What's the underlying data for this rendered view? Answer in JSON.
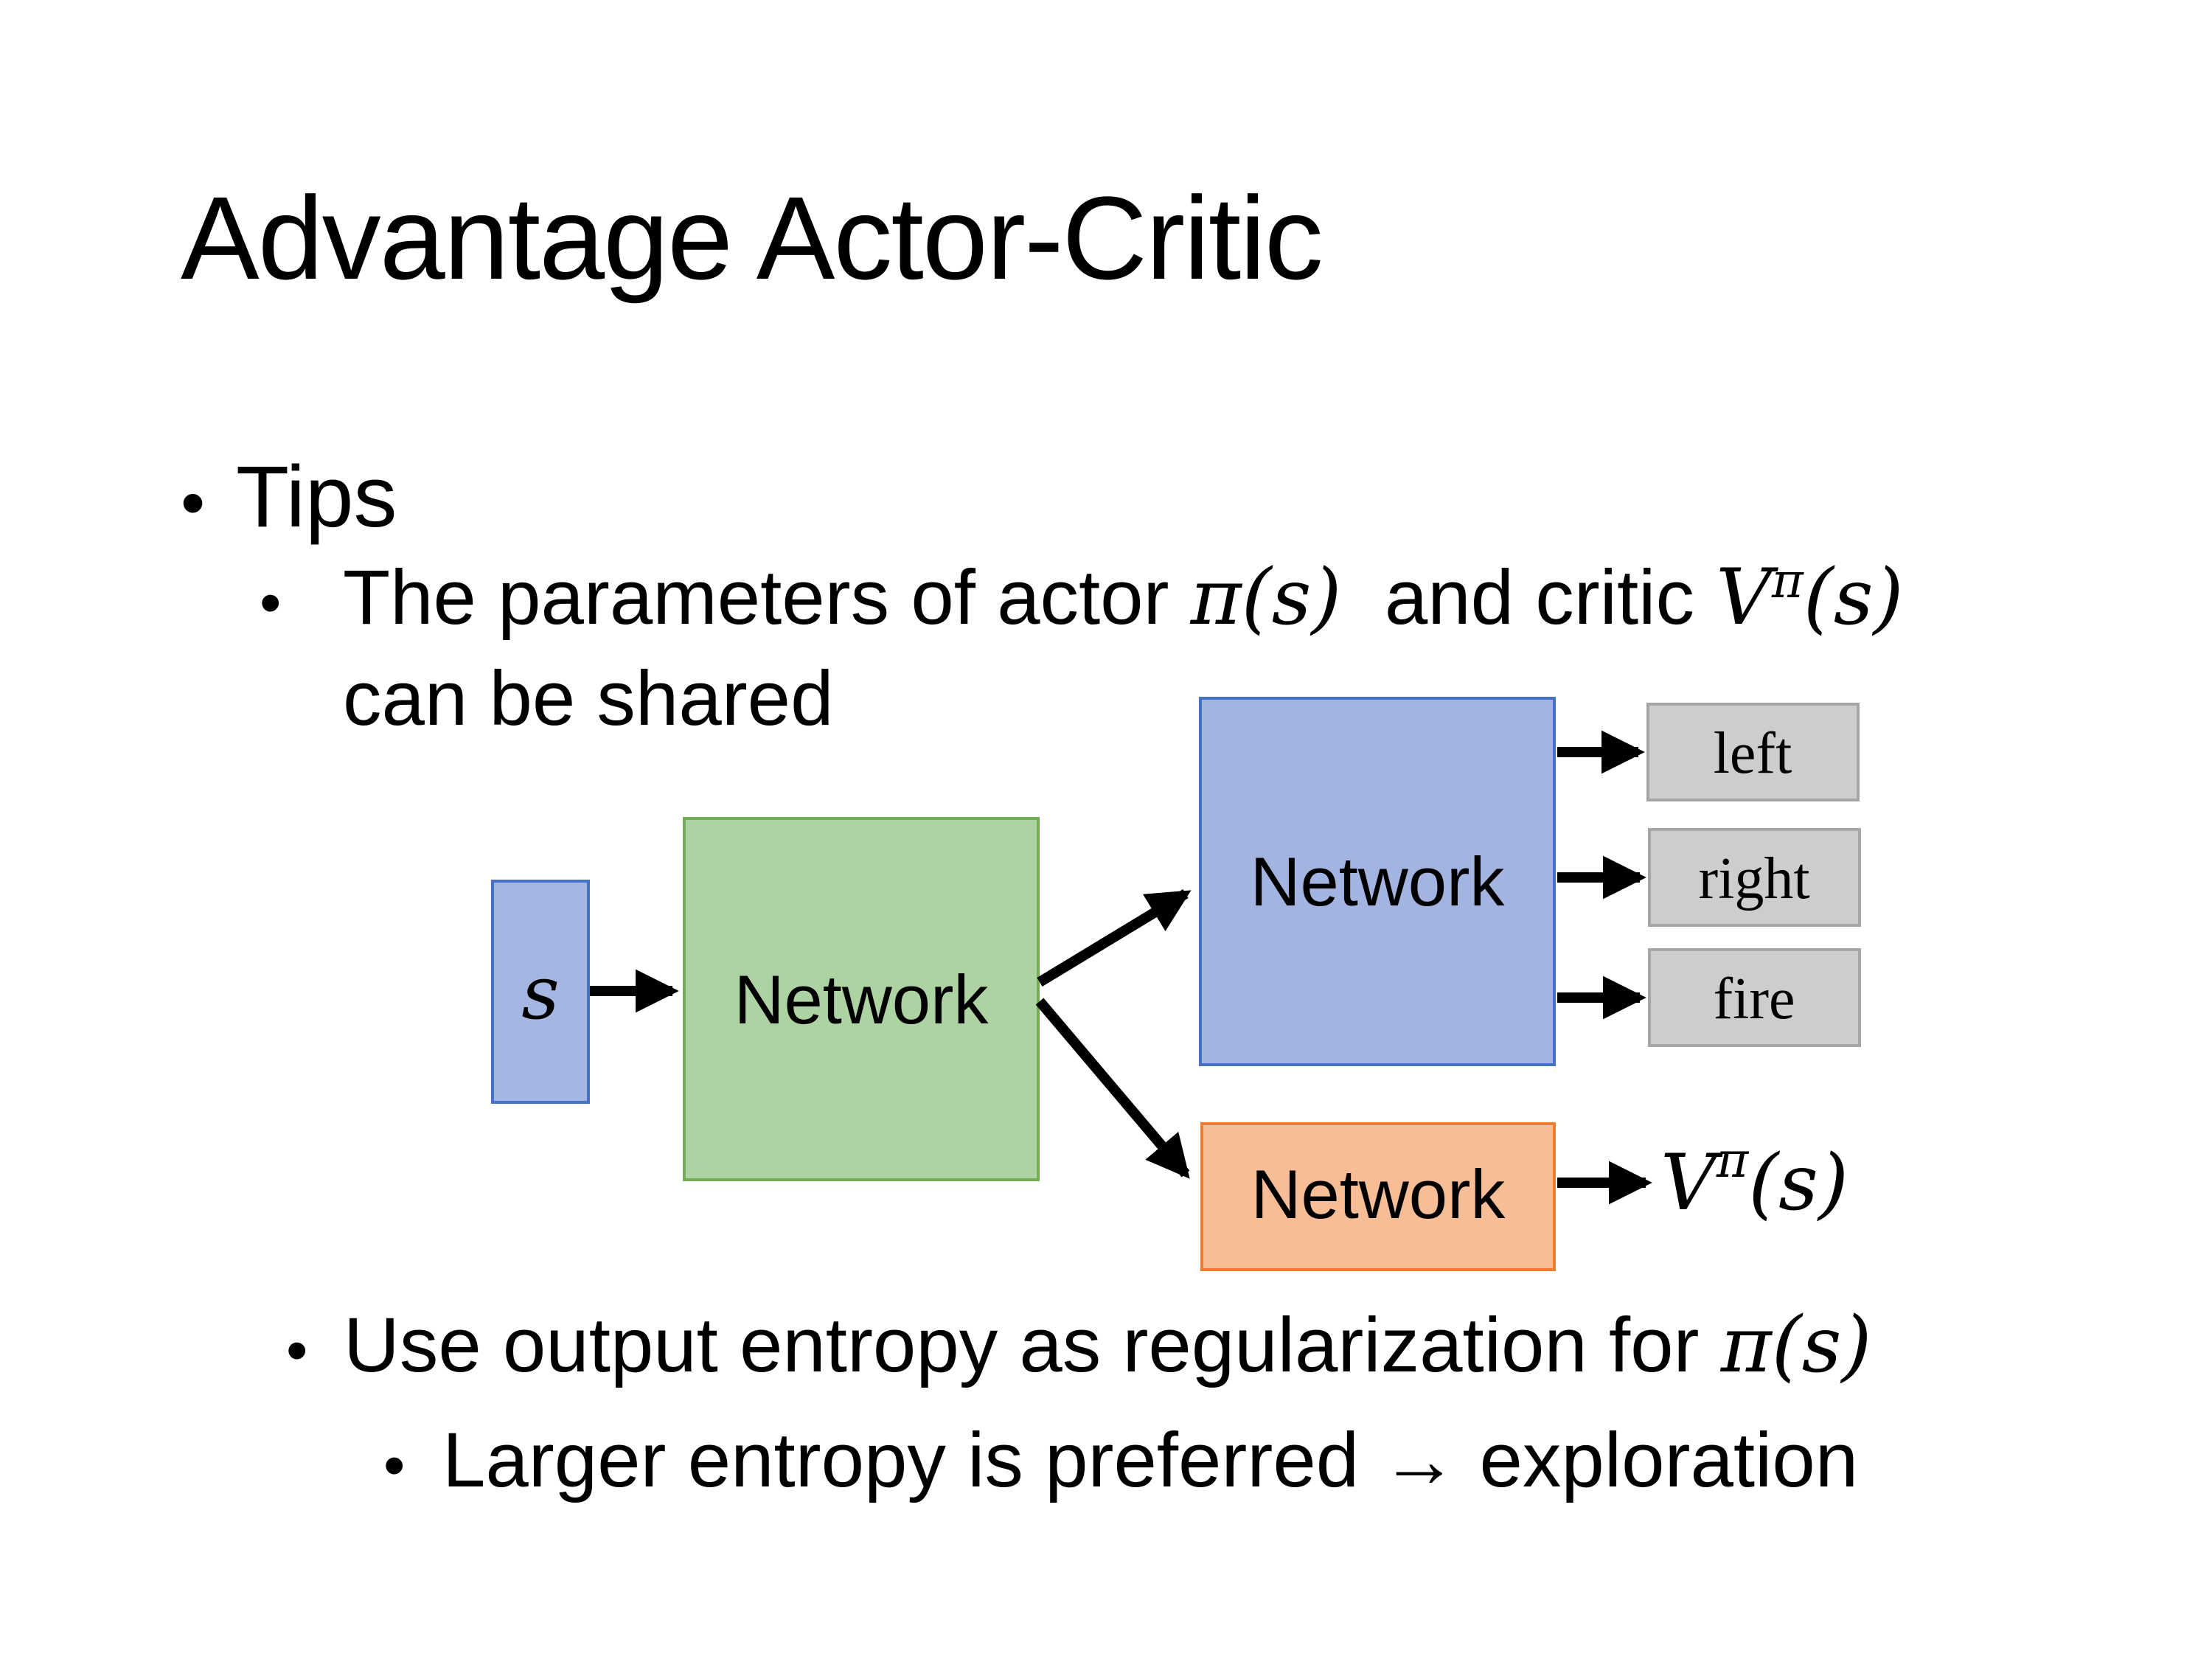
{
  "slide": {
    "title": "Advantage Actor-Critic",
    "bullet_char": "•"
  },
  "bullets": {
    "tips_label": "Tips",
    "shared_pre": "The parameters of actor ",
    "shared_pi": "π(s)",
    "shared_mid": "  and critic ",
    "shared_v_base": "V",
    "shared_v_sup": "π",
    "shared_v_args": "(s)",
    "shared_line2": "can be shared",
    "entropy_pre": "Use output entropy as regularization for ",
    "entropy_pi": "π(s)",
    "exploration_line": "Larger entropy is preferred → exploration"
  },
  "diagram": {
    "state_label": "s",
    "shared_network_label": "Network",
    "actor_network_label": "Network",
    "critic_network_label": "Network",
    "action_labels": [
      "left",
      "right",
      "fire"
    ],
    "value_base": "V",
    "value_sup": "π",
    "value_args": "(s)",
    "colors": {
      "state_fill": "#a6b6e2",
      "state_border": "#4472c4",
      "shared_fill": "#aed3a2",
      "shared_border": "#74ad54",
      "actor_fill": "#a3b4e0",
      "actor_border": "#4472c4",
      "critic_fill": "#f7bd96",
      "critic_border": "#ed7d31",
      "action_fill": "#cccdce",
      "action_border": "#a6a6a6",
      "arrow": "#000000"
    }
  }
}
